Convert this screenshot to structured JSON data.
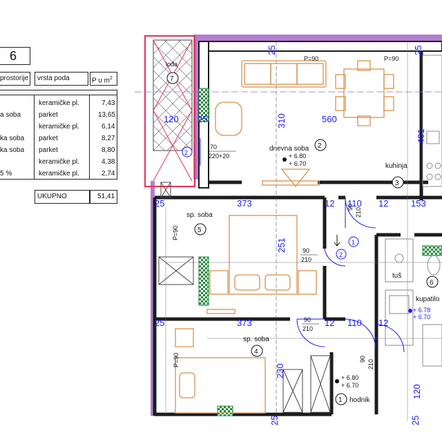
{
  "table": {
    "title_prefix": "",
    "apt_number": "6",
    "header": {
      "room": "prostorije",
      "floor": "vrsta poda",
      "area": "P u m",
      "area_sup": "2"
    },
    "rows": [
      {
        "name": "",
        "floor": "keramičke pl.",
        "area": "7,43"
      },
      {
        "name": "a soba",
        "floor": "parket",
        "area": "13,65"
      },
      {
        "name": "",
        "floor": "keramičke pl.",
        "area": "6,14"
      },
      {
        "name": "ka soba",
        "floor": "parket",
        "area": "8,27"
      },
      {
        "name": "ka soba",
        "floor": "parket",
        "area": "8,80"
      },
      {
        "name": "",
        "floor": "keramičke pl.",
        "area": "4,38"
      },
      {
        "name": "5 %",
        "floor": "keramičke pl.",
        "area": "2,74"
      }
    ],
    "total_label": "UKUPNO",
    "total_value": "51,41"
  },
  "plan": {
    "rooms": {
      "hodnik": {
        "number": "1",
        "label": "hodnik"
      },
      "dnevna": {
        "number": "2",
        "label": "dnevna soba"
      },
      "kuhinja": {
        "number": "3",
        "label": "kuhinja"
      },
      "spsoba4": {
        "number": "4",
        "label": "sp. soba"
      },
      "spsoba5": {
        "number": "5",
        "label": "sp. soba"
      },
      "kupatilo": {
        "number": "6",
        "label": "kupatilo"
      },
      "lodja": {
        "number": "7",
        "label": "lođa"
      }
    },
    "shower_label": "tuš",
    "dims": {
      "d25a": "25",
      "d25b": "25",
      "d25c": "25",
      "d25d": "25",
      "d25e": "25",
      "d25f": "25",
      "d25g": "25",
      "d120a": "120",
      "d120b": "120",
      "d310": "310",
      "d560": "560",
      "d401": "401",
      "d373a": "373",
      "d373b": "373",
      "d12a": "12",
      "d12b": "12",
      "d12c": "12",
      "d12d": "12",
      "d110a": "110",
      "d110b": "110",
      "d153": "153",
      "d251": "251",
      "d230": "230"
    },
    "tags": {
      "p90a": "P=90",
      "p90b": "P=90",
      "p90c": "P=90",
      "p90d": "P=90",
      "door_70": "70",
      "door_220": "220+20",
      "door_90a": "90",
      "door_210a": "210",
      "door_90b": "90",
      "door_210b": "210",
      "door_90c": "90",
      "door_210c": "210",
      "door_90d": "90",
      "door_210d": "210"
    },
    "levels": {
      "living_top": "+ 6.80",
      "living_bot": "+ 6.70",
      "hall_top": "+ 6.80",
      "hall_bot": "+ 6.70",
      "bath_top": "+ 6.78",
      "bath_bot": "+ 6.70"
    },
    "markers": {
      "m2a": "2",
      "m1a": "1",
      "m2b": "2"
    }
  }
}
